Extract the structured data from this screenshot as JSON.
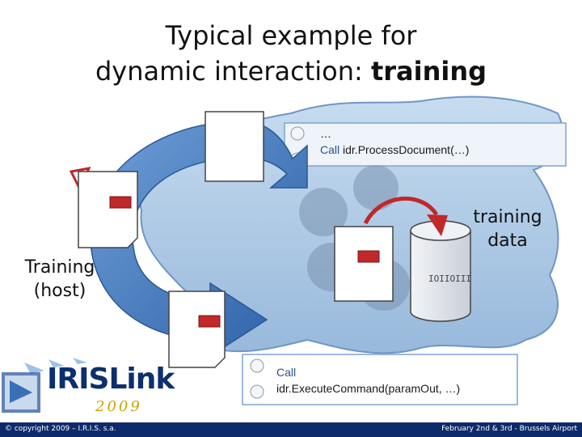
{
  "title": {
    "line1": "Typical example for",
    "line2_prefix": "dynamic interaction: ",
    "line2_bold": "training"
  },
  "notes": {
    "top_line1": "…",
    "top_call_kw": "Call",
    "top_call_rest": " idr.ProcessDocument(…)",
    "bottom_call_kw": "Call",
    "bottom_line2": "idr.ExecuteCommand(paramOut, …)"
  },
  "labels": {
    "host_line1": "Training",
    "host_line2": "(host)",
    "data_line1": "training",
    "data_line2": "data",
    "bits": "IOIIOIII"
  },
  "logo": {
    "name": "IRISLink",
    "year": "2009"
  },
  "footer": {
    "left": "© copyright 2009 – I.R.I.S. s.a.",
    "right": "February 2nd & 3rd - Brussels Airport"
  },
  "colors": {
    "cycle_arrow": "#3a6fb8",
    "map_fill": "#a9c6e4",
    "map_edge": "#6f96c4",
    "doc_marker": "#c0282a",
    "footer_bg": "#0e2a6b"
  }
}
